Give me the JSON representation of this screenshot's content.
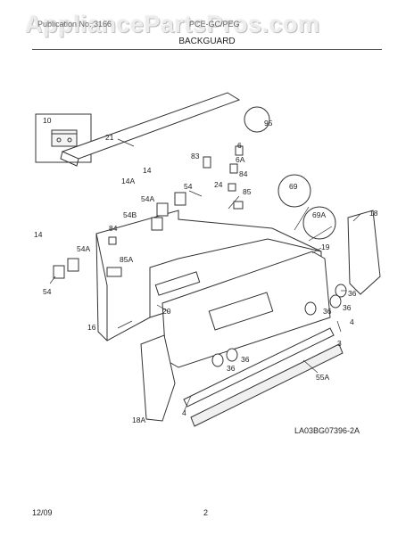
{
  "watermark": "AppliancePartsPros.com",
  "header": {
    "left": "Publication No. 3166",
    "middle": "PCE-GC/PEG"
  },
  "title": "BACKGUARD",
  "reference_code": "LA03BG07396-2A",
  "footer": {
    "date": "12/09",
    "page": "2"
  },
  "callouts": {
    "c10": "10",
    "c21": "21",
    "c95": "95",
    "c6": "6",
    "c83": "83",
    "c6a": "6A",
    "c84a": "84",
    "c14a_1": "14A",
    "c14": "14",
    "c54_top": "54",
    "c24": "24",
    "c85": "85",
    "c69": "69",
    "c54a_1": "54A",
    "c18": "18",
    "c69a": "69A",
    "c54b": "54B",
    "c14_left": "14",
    "c84b": "84",
    "c54a_2": "54A",
    "c19": "19",
    "c85a": "85A",
    "c54_left": "54",
    "c36a": "36",
    "c20": "20",
    "c36b": "36",
    "c16": "16",
    "c4a": "4",
    "c36c": "36",
    "c3": "3",
    "c36d": "36",
    "c36e": "36",
    "c55a": "55A",
    "c18a": "18A",
    "c4b": "4"
  }
}
